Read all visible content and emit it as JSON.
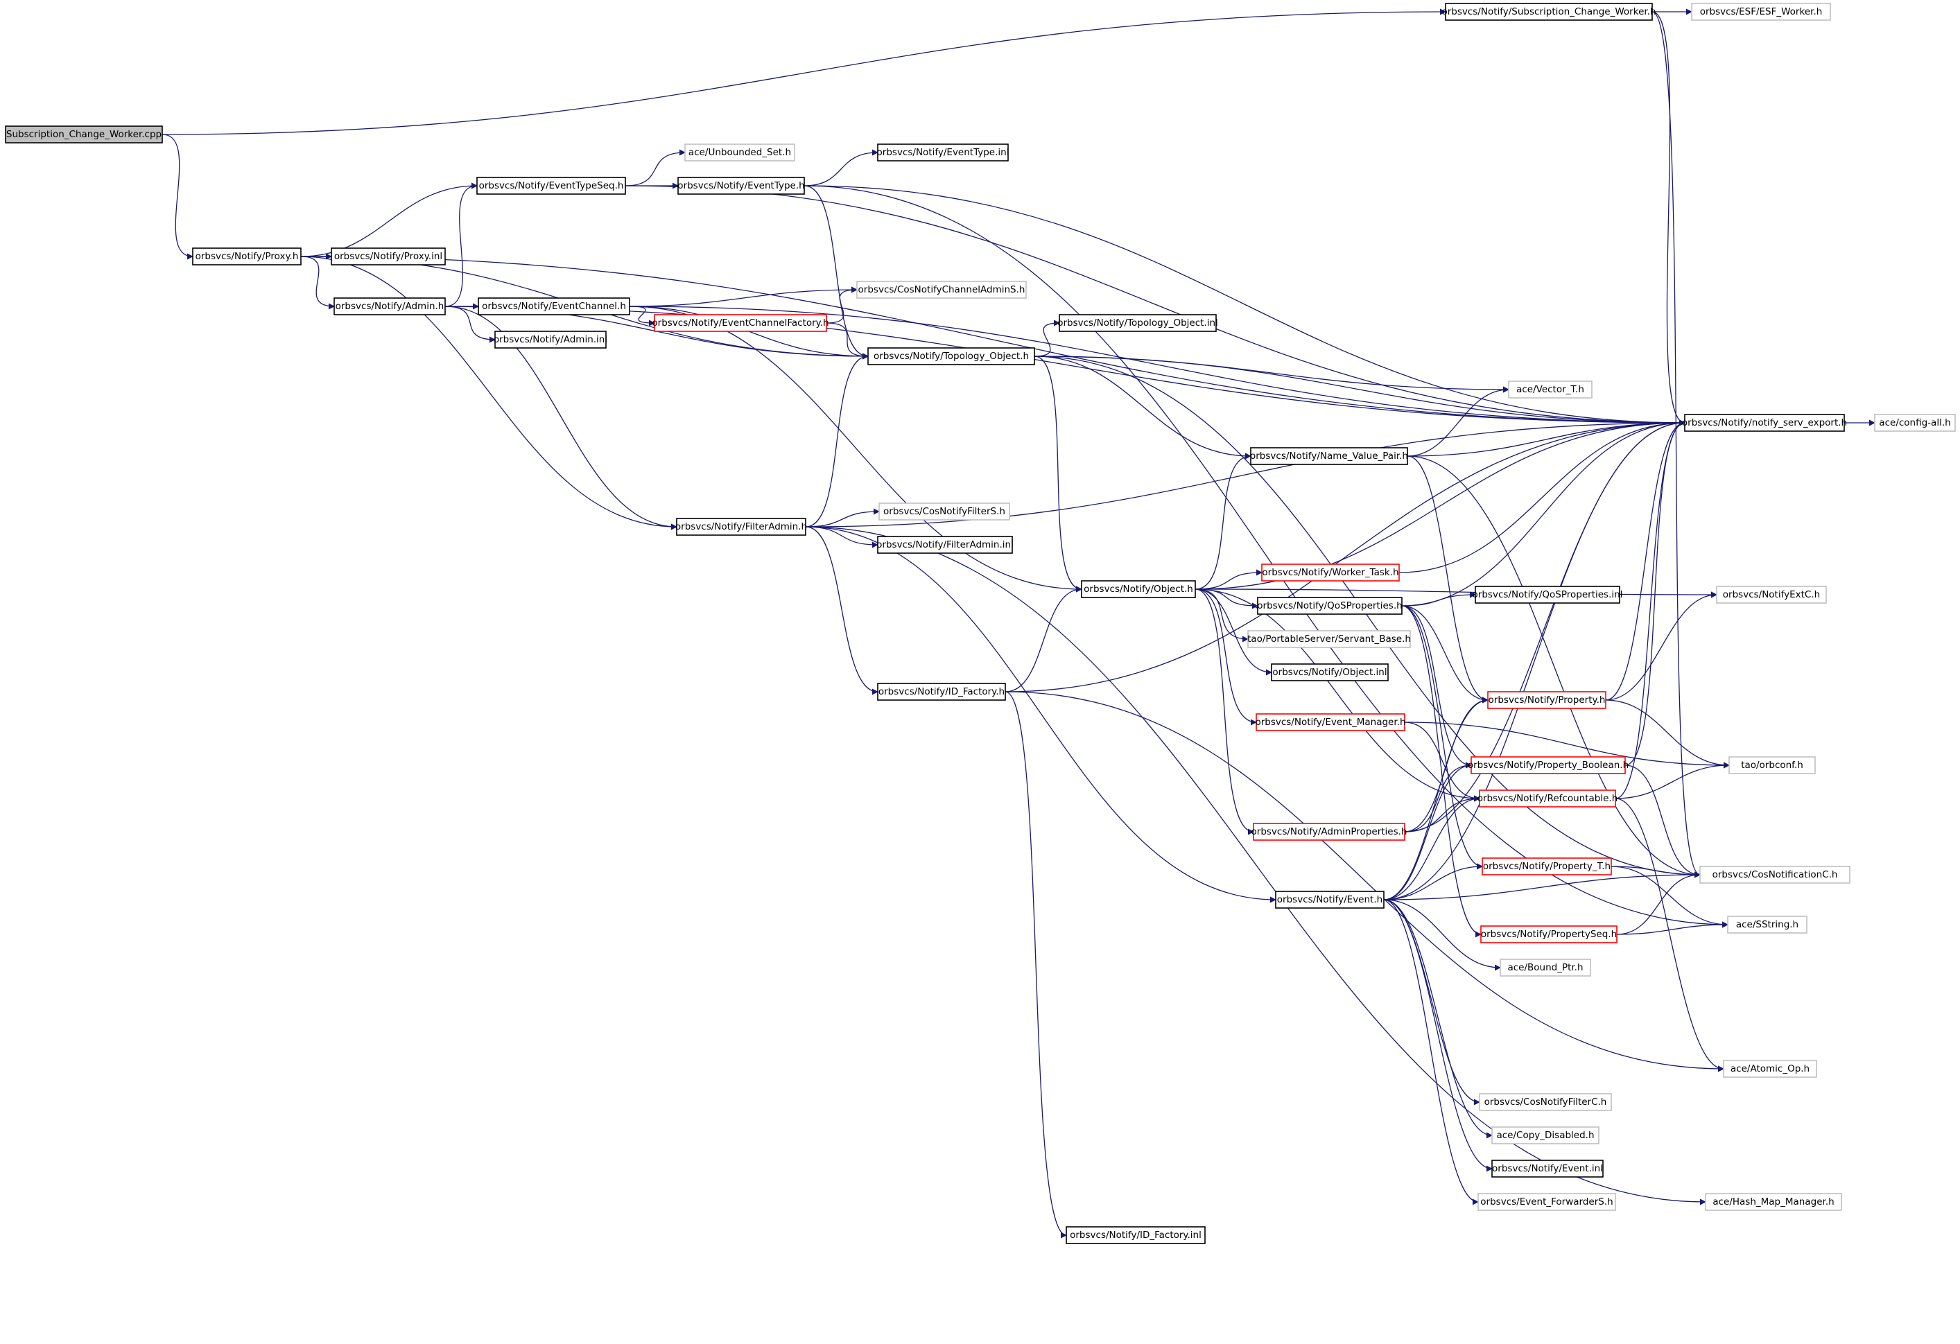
{
  "colors": {
    "edge": "#191970",
    "root_fill": "#bfbfbf",
    "documented_border": "#000000",
    "external_border": "#bfbfbf",
    "truncated_border": "#ff0000",
    "background": "#ffffff"
  },
  "nodes": [
    {
      "id": "root",
      "label": "Subscription_Change_Worker.cpp",
      "kind": "root"
    },
    {
      "id": "scw_h",
      "label": "orbsvcs/Notify/Subscription_Change_Worker.h",
      "kind": "documented"
    },
    {
      "id": "esf_worker",
      "label": "orbsvcs/ESF/ESF_Worker.h",
      "kind": "external"
    },
    {
      "id": "proxy_h",
      "label": "orbsvcs/Notify/Proxy.h",
      "kind": "documented"
    },
    {
      "id": "proxy_inl",
      "label": "orbsvcs/Notify/Proxy.inl",
      "kind": "documented"
    },
    {
      "id": "unbounded",
      "label": "ace/Unbounded_Set.h",
      "kind": "external"
    },
    {
      "id": "evtypeseq",
      "label": "orbsvcs/Notify/EventTypeSeq.h",
      "kind": "documented"
    },
    {
      "id": "evtype",
      "label": "orbsvcs/Notify/EventType.h",
      "kind": "documented"
    },
    {
      "id": "evtype_inl",
      "label": "orbsvcs/Notify/EventType.inl",
      "kind": "documented"
    },
    {
      "id": "admin_h",
      "label": "orbsvcs/Notify/Admin.h",
      "kind": "documented"
    },
    {
      "id": "admin_inl",
      "label": "orbsvcs/Notify/Admin.inl",
      "kind": "documented"
    },
    {
      "id": "evchannel",
      "label": "orbsvcs/Notify/EventChannel.h",
      "kind": "documented"
    },
    {
      "id": "cosnotifychanneladmins",
      "label": "orbsvcs/CosNotifyChannelAdminS.h",
      "kind": "external"
    },
    {
      "id": "evchfactory",
      "label": "orbsvcs/Notify/EventChannelFactory.h",
      "kind": "truncated"
    },
    {
      "id": "topo",
      "label": "orbsvcs/Notify/Topology_Object.h",
      "kind": "documented"
    },
    {
      "id": "topo_inl",
      "label": "orbsvcs/Notify/Topology_Object.inl",
      "kind": "documented"
    },
    {
      "id": "vector",
      "label": "ace/Vector_T.h",
      "kind": "external"
    },
    {
      "id": "nse",
      "label": "orbsvcs/Notify/notify_serv_export.h",
      "kind": "documented"
    },
    {
      "id": "configall",
      "label": "ace/config-all.h",
      "kind": "external"
    },
    {
      "id": "nvpair",
      "label": "orbsvcs/Notify/Name_Value_Pair.h",
      "kind": "documented"
    },
    {
      "id": "filteradmin",
      "label": "orbsvcs/Notify/FilterAdmin.h",
      "kind": "documented"
    },
    {
      "id": "cosnotifyfilters",
      "label": "orbsvcs/CosNotifyFilterS.h",
      "kind": "external"
    },
    {
      "id": "filteradmin_inl",
      "label": "orbsvcs/Notify/FilterAdmin.inl",
      "kind": "documented"
    },
    {
      "id": "worker_task",
      "label": "orbsvcs/Notify/Worker_Task.h",
      "kind": "truncated"
    },
    {
      "id": "object_h",
      "label": "orbsvcs/Notify/Object.h",
      "kind": "documented"
    },
    {
      "id": "qosprops",
      "label": "orbsvcs/Notify/QoSProperties.h",
      "kind": "documented"
    },
    {
      "id": "qosprops_inl",
      "label": "orbsvcs/Notify/QoSProperties.inl",
      "kind": "documented"
    },
    {
      "id": "notifyextc",
      "label": "orbsvcs/NotifyExtC.h",
      "kind": "external"
    },
    {
      "id": "servant_base",
      "label": "tao/PortableServer/Servant_Base.h",
      "kind": "external"
    },
    {
      "id": "object_inl",
      "label": "orbsvcs/Notify/Object.inl",
      "kind": "documented"
    },
    {
      "id": "idfactory",
      "label": "orbsvcs/Notify/ID_Factory.h",
      "kind": "documented"
    },
    {
      "id": "property",
      "label": "orbsvcs/Notify/Property.h",
      "kind": "truncated"
    },
    {
      "id": "evmanager",
      "label": "orbsvcs/Notify/Event_Manager.h",
      "kind": "truncated"
    },
    {
      "id": "propbool",
      "label": "orbsvcs/Notify/Property_Boolean.h",
      "kind": "truncated"
    },
    {
      "id": "orbconf",
      "label": "tao/orbconf.h",
      "kind": "external"
    },
    {
      "id": "refcount",
      "label": "orbsvcs/Notify/Refcountable.h",
      "kind": "truncated"
    },
    {
      "id": "adminprops",
      "label": "orbsvcs/Notify/AdminProperties.h",
      "kind": "truncated"
    },
    {
      "id": "propT",
      "label": "orbsvcs/Notify/Property_T.h",
      "kind": "truncated"
    },
    {
      "id": "cosnotificationc",
      "label": "orbsvcs/CosNotificationC.h",
      "kind": "external"
    },
    {
      "id": "event_h",
      "label": "orbsvcs/Notify/Event.h",
      "kind": "documented"
    },
    {
      "id": "propseq",
      "label": "orbsvcs/Notify/PropertySeq.h",
      "kind": "truncated"
    },
    {
      "id": "sstring",
      "label": "ace/SString.h",
      "kind": "external"
    },
    {
      "id": "boundptr",
      "label": "ace/Bound_Ptr.h",
      "kind": "external"
    },
    {
      "id": "atomic",
      "label": "ace/Atomic_Op.h",
      "kind": "external"
    },
    {
      "id": "cosnotifyfilterc",
      "label": "orbsvcs/CosNotifyFilterC.h",
      "kind": "external"
    },
    {
      "id": "copydisabled",
      "label": "ace/Copy_Disabled.h",
      "kind": "external"
    },
    {
      "id": "event_inl",
      "label": "orbsvcs/Notify/Event.inl",
      "kind": "documented"
    },
    {
      "id": "evforwarders",
      "label": "orbsvcs/Event_ForwarderS.h",
      "kind": "external"
    },
    {
      "id": "hashmap",
      "label": "ace/Hash_Map_Manager.h",
      "kind": "external"
    },
    {
      "id": "idfactory_inl",
      "label": "orbsvcs/Notify/ID_Factory.inl",
      "kind": "documented"
    }
  ],
  "edges": [
    [
      "root",
      "scw_h"
    ],
    [
      "root",
      "proxy_h"
    ],
    [
      "scw_h",
      "esf_worker"
    ],
    [
      "scw_h",
      "nse"
    ],
    [
      "scw_h",
      "cosnotificationc"
    ],
    [
      "proxy_h",
      "proxy_inl"
    ],
    [
      "proxy_h",
      "evtypeseq"
    ],
    [
      "proxy_h",
      "admin_h"
    ],
    [
      "proxy_h",
      "topo"
    ],
    [
      "proxy_h",
      "filteradmin"
    ],
    [
      "proxy_h",
      "nse"
    ],
    [
      "evtypeseq",
      "unbounded"
    ],
    [
      "evtypeseq",
      "evtype"
    ],
    [
      "evtypeseq",
      "nse"
    ],
    [
      "evtype",
      "evtype_inl"
    ],
    [
      "evtype",
      "topo"
    ],
    [
      "evtype",
      "nse"
    ],
    [
      "evtype",
      "sstring"
    ],
    [
      "admin_h",
      "evtypeseq"
    ],
    [
      "admin_h",
      "evchannel"
    ],
    [
      "admin_h",
      "admin_inl"
    ],
    [
      "admin_h",
      "topo"
    ],
    [
      "admin_h",
      "filteradmin"
    ],
    [
      "admin_h",
      "nse"
    ],
    [
      "evchannel",
      "cosnotifychanneladmins"
    ],
    [
      "evchannel",
      "evchfactory"
    ],
    [
      "evchannel",
      "topo"
    ],
    [
      "evchannel",
      "object_h"
    ],
    [
      "evchannel",
      "nse"
    ],
    [
      "evchfactory",
      "cosnotifychanneladmins"
    ],
    [
      "evchfactory",
      "topo"
    ],
    [
      "topo",
      "topo_inl"
    ],
    [
      "topo",
      "nse"
    ],
    [
      "topo",
      "nvpair"
    ],
    [
      "topo",
      "object_h"
    ],
    [
      "topo",
      "vector"
    ],
    [
      "topo",
      "cosnotificationc"
    ],
    [
      "nse",
      "configall"
    ],
    [
      "nvpair",
      "vector"
    ],
    [
      "nvpair",
      "nse"
    ],
    [
      "nvpair",
      "property"
    ],
    [
      "nvpair",
      "cosnotificationc"
    ],
    [
      "filteradmin",
      "cosnotifyfilters"
    ],
    [
      "filteradmin",
      "filteradmin_inl"
    ],
    [
      "filteradmin",
      "idfactory"
    ],
    [
      "filteradmin",
      "topo"
    ],
    [
      "filteradmin",
      "nse"
    ],
    [
      "filteradmin",
      "event_h"
    ],
    [
      "filteradmin",
      "hashmap"
    ],
    [
      "idfactory",
      "object_h"
    ],
    [
      "idfactory",
      "idfactory_inl"
    ],
    [
      "idfactory",
      "nse"
    ],
    [
      "idfactory",
      "atomic"
    ],
    [
      "object_h",
      "worker_task"
    ],
    [
      "object_h",
      "qosprops"
    ],
    [
      "object_h",
      "servant_base"
    ],
    [
      "object_h",
      "object_inl"
    ],
    [
      "object_h",
      "evmanager"
    ],
    [
      "object_h",
      "adminprops"
    ],
    [
      "object_h",
      "refcount"
    ],
    [
      "object_h",
      "nvpair"
    ],
    [
      "object_h",
      "nse"
    ],
    [
      "object_h",
      "notifyextc"
    ],
    [
      "worker_task",
      "nse"
    ],
    [
      "qosprops",
      "qosprops_inl"
    ],
    [
      "qosprops",
      "property"
    ],
    [
      "qosprops",
      "propbool"
    ],
    [
      "qosprops",
      "propT"
    ],
    [
      "qosprops",
      "propseq"
    ],
    [
      "qosprops",
      "nse"
    ],
    [
      "evmanager",
      "refcount"
    ],
    [
      "evmanager",
      "orbconf"
    ],
    [
      "adminprops",
      "property"
    ],
    [
      "adminprops",
      "propbool"
    ],
    [
      "adminprops",
      "refcount"
    ],
    [
      "adminprops",
      "nse"
    ],
    [
      "property",
      "nse"
    ],
    [
      "property",
      "notifyextc"
    ],
    [
      "property",
      "orbconf"
    ],
    [
      "propbool",
      "nse"
    ],
    [
      "propbool",
      "cosnotificationc"
    ],
    [
      "refcount",
      "nse"
    ],
    [
      "refcount",
      "orbconf"
    ],
    [
      "refcount",
      "atomic"
    ],
    [
      "propT",
      "cosnotificationc"
    ],
    [
      "propT",
      "sstring"
    ],
    [
      "propseq",
      "cosnotificationc"
    ],
    [
      "propseq",
      "sstring"
    ],
    [
      "event_h",
      "cosnotifyfilterc"
    ],
    [
      "event_h",
      "copydisabled"
    ],
    [
      "event_h",
      "event_inl"
    ],
    [
      "event_h",
      "evforwarders"
    ],
    [
      "event_h",
      "property"
    ],
    [
      "event_h",
      "propbool"
    ],
    [
      "event_h",
      "refcount"
    ],
    [
      "event_h",
      "propT"
    ],
    [
      "event_h",
      "cosnotificationc"
    ],
    [
      "event_h",
      "nse"
    ],
    [
      "event_h",
      "boundptr"
    ]
  ]
}
